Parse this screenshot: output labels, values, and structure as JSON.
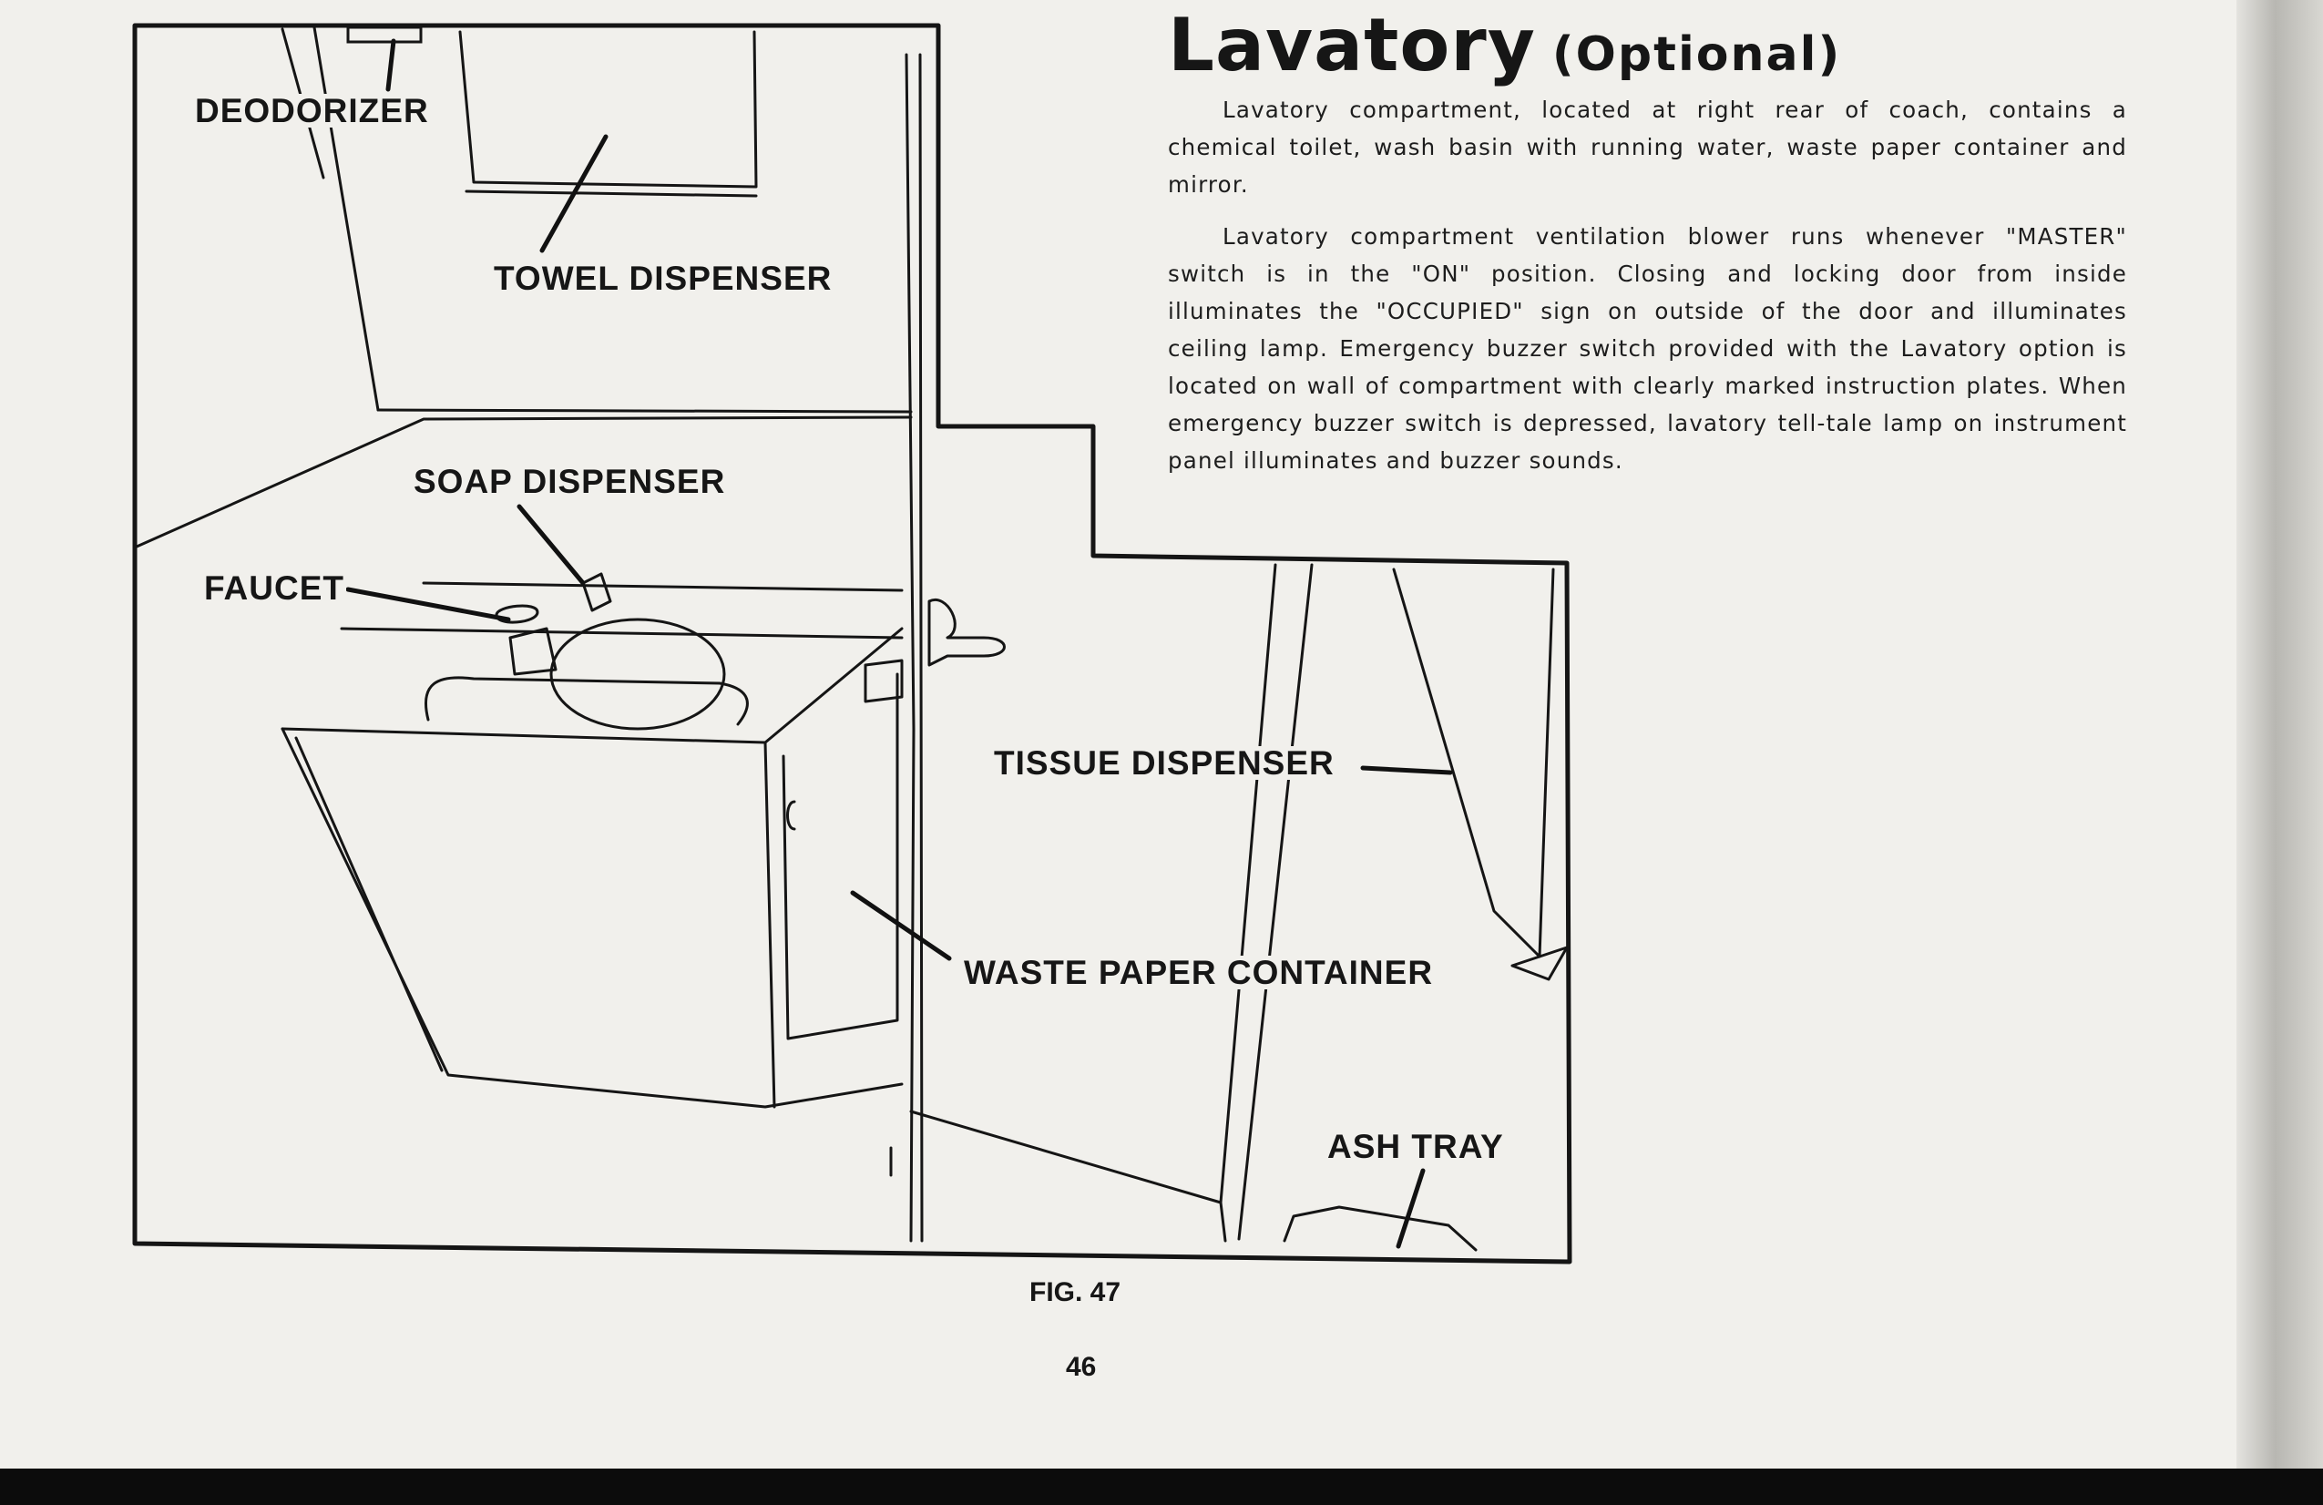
{
  "heading": {
    "title": "Lavatory",
    "subtitle": "(Optional)"
  },
  "paragraphs": [
    "Lavatory compartment, located at right rear of coach, contains a chemical toilet, wash basin with running water, waste paper container and mirror.",
    "Lavatory compartment ventilation blower runs whenever \"MASTER\" switch is in the \"ON\" position. Closing and locking door from inside illuminates the \"OCCUPIED\" sign on outside of the door and illuminates ceiling lamp. Emergency buzzer switch provided with the Lavatory option is located on wall of compartment with clearly marked instruction plates. When emergency buzzer switch is depressed, lavatory tell-tale lamp on instrument panel illuminates and buzzer sounds."
  ],
  "figure": {
    "labels": {
      "deodorizer": "DEODORIZER",
      "towel_dispenser": "TOWEL DISPENSER",
      "soap_dispenser": "SOAP DISPENSER",
      "faucet": "FAUCET",
      "tissue_dispenser": "TISSUE DISPENSER",
      "waste_paper_container": "WASTE PAPER CONTAINER",
      "ash_tray": "ASH TRAY"
    },
    "caption": "FIG. 47"
  },
  "page_number": "46"
}
